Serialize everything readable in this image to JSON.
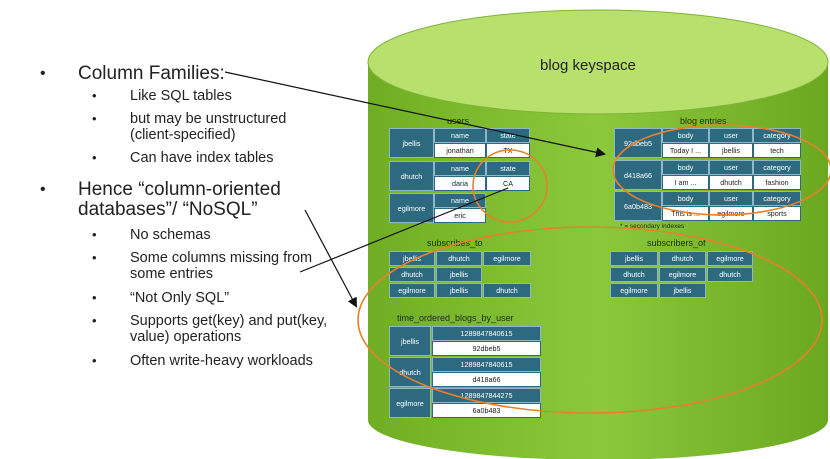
{
  "bullets": [
    {
      "text": "Column Families:",
      "subs": [
        "Like SQL tables",
        "but may be unstructured (client-specified)",
        "Can have index tables"
      ]
    },
    {
      "text": "Hence “column-oriented databases”/ “NoSQL”",
      "subs": [
        "No schemas",
        "Some columns missing from some entries",
        "“Not Only SQL”",
        "Supports get(key) and put(key, value) operations",
        "Often write-heavy workloads"
      ]
    }
  ],
  "bullet_glyph": "•",
  "keyspace_title": "blog keyspace",
  "users": {
    "name": "users",
    "rows": [
      {
        "key": "jbellis",
        "cols": [
          "name",
          "state"
        ],
        "vals": [
          "jonathan",
          "TX"
        ]
      },
      {
        "key": "dhutch",
        "cols": [
          "name",
          "state"
        ],
        "vals": [
          "daria",
          "CA"
        ]
      },
      {
        "key": "egilmore",
        "cols": [
          "name"
        ],
        "vals": [
          "eric"
        ]
      }
    ]
  },
  "blog_entries": {
    "name": "blog entries",
    "rows": [
      {
        "key": "92dbeb5",
        "cols": [
          "body",
          "user",
          "category"
        ],
        "vals": [
          "Today I ...",
          "jbellis",
          "tech"
        ]
      },
      {
        "key": "d418a66",
        "cols": [
          "body",
          "user",
          "category"
        ],
        "vals": [
          "I am ...",
          "dhutch",
          "fashion"
        ]
      },
      {
        "key": "6a0b483",
        "cols": [
          "body",
          "user",
          "category"
        ],
        "vals": [
          "This is ...",
          "egilmore",
          "sports"
        ]
      }
    ],
    "note": "* = secondary indexes"
  },
  "subscribes_to": {
    "name": "subscribes_to",
    "rows": [
      [
        "jbellis",
        "dhutch",
        "egilmore"
      ],
      [
        "dhutch",
        "jbellis"
      ],
      [
        "egilmore",
        "jbellis",
        "dhutch"
      ]
    ]
  },
  "subscribers_of": {
    "name": "subscribers_of",
    "rows": [
      [
        "jbellis",
        "dhutch",
        "egilmore"
      ],
      [
        "dhutch",
        "egilmore",
        "dhutch"
      ],
      [
        "egilmore",
        "jbellis"
      ]
    ]
  },
  "time_ordered": {
    "name": "time_ordered_blogs_by_user",
    "rows": [
      {
        "key": "jbellis",
        "col": "1289847840615",
        "val": "92dbeb5"
      },
      {
        "key": "dhutch",
        "col": "1289847840615",
        "val": "d418a66"
      },
      {
        "key": "egilmore",
        "col": "1289847844275",
        "val": "6a0b483"
      }
    ]
  },
  "colors": {
    "cylinder_body": "#7fbf2e",
    "cylinder_top": "#b6e06a",
    "cell_dark": "#2d6a80",
    "highlight_orange": "#e8802a",
    "arrow": "#111111"
  }
}
